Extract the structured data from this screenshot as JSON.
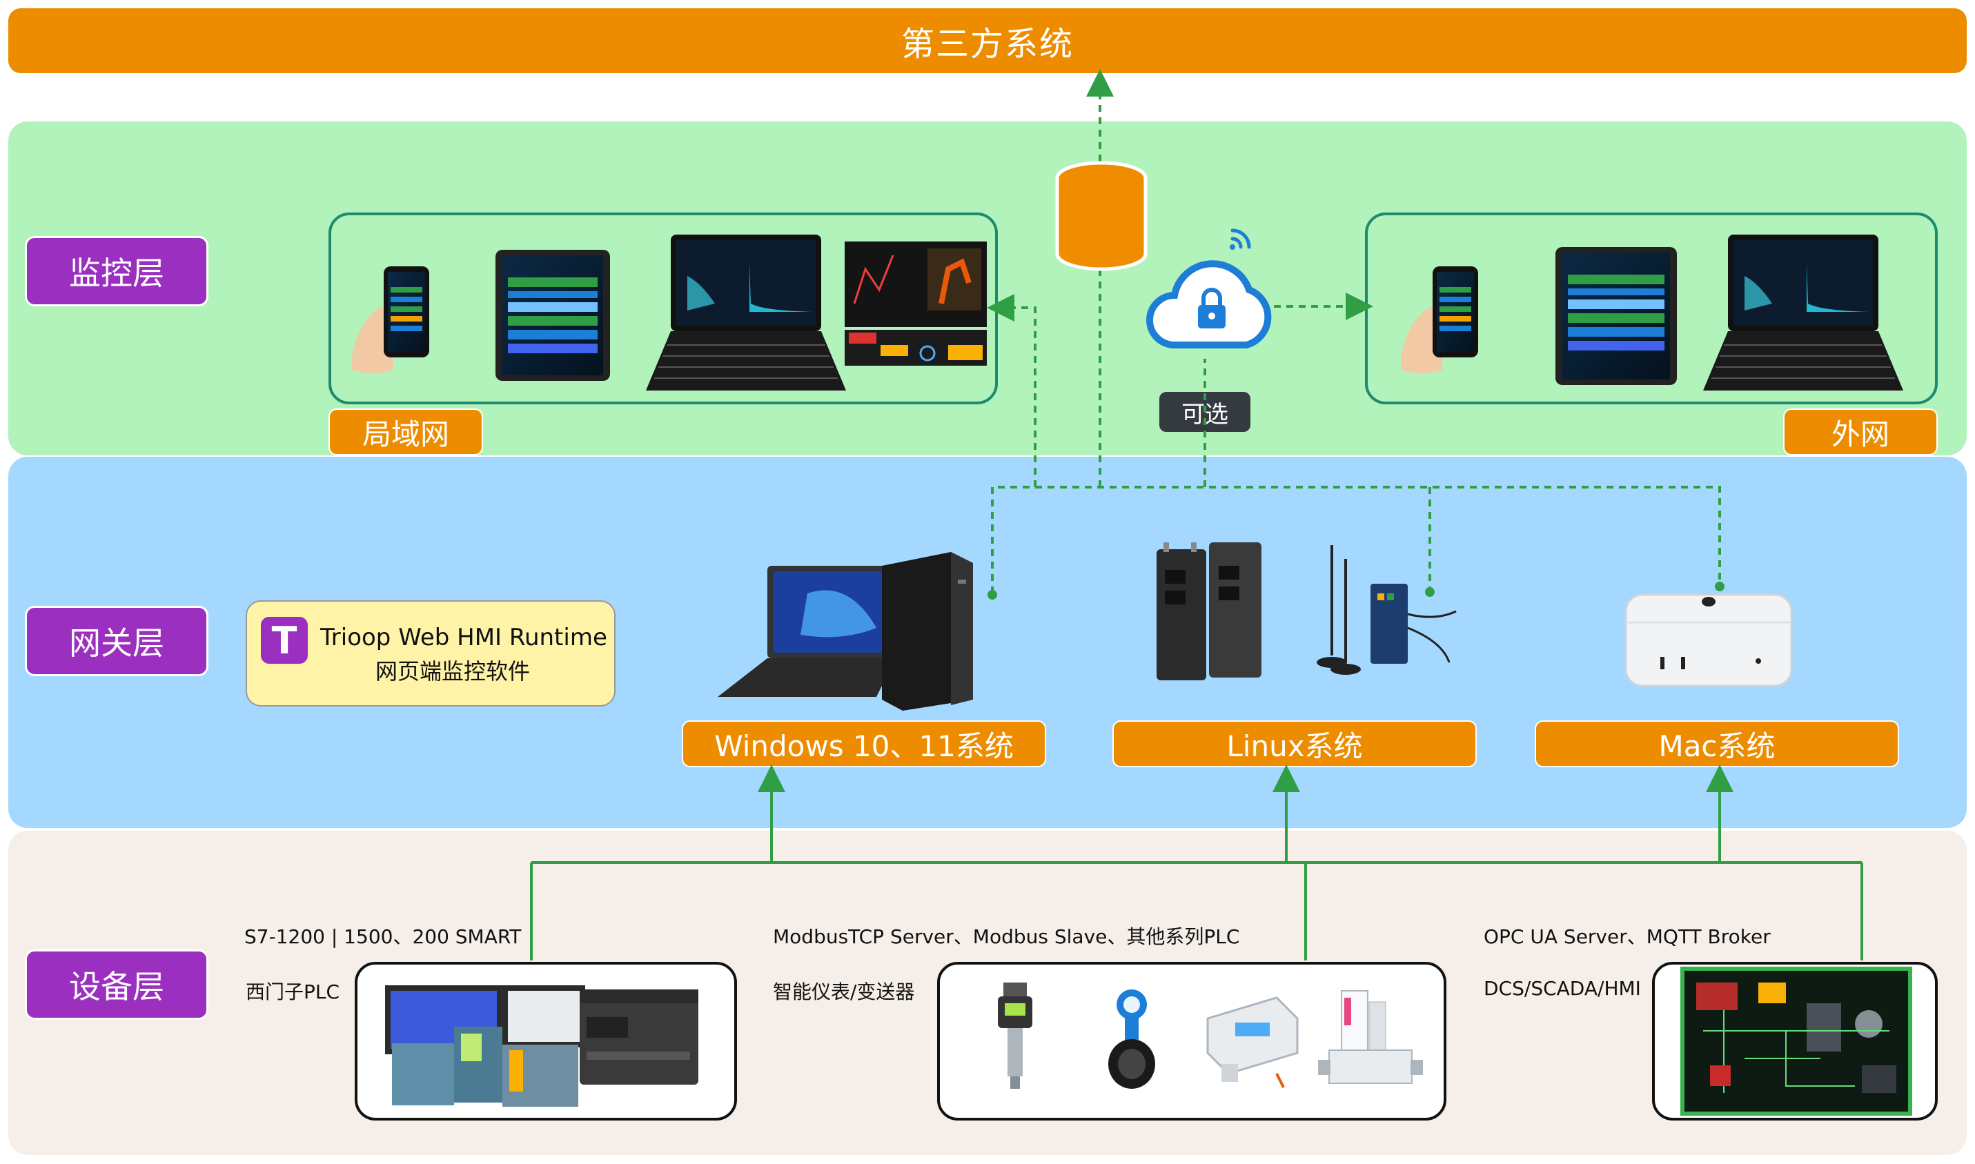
{
  "third_party": "第三方系统",
  "layers": {
    "monitor": "监控层",
    "gateway": "网关层",
    "device": "设备层"
  },
  "networks": {
    "lan": "局域网",
    "wan": "外网",
    "optional": "可选"
  },
  "software": {
    "logo_letter": "T",
    "name": "Trioop Web HMI Runtime",
    "subtitle": "网页端监控软件"
  },
  "systems": {
    "windows": "Windows 10、11系统",
    "linux": "Linux系统",
    "mac": "Mac系统"
  },
  "devices": {
    "siemens_protocols": "S7-1200 | 1500、200 SMART",
    "siemens_label": "西门子PLC",
    "modbus_protocols": "ModbusTCP Server、Modbus Slave、其他系列PLC",
    "modbus_label": "智能仪表/变送器",
    "opc_protocols": "OPC UA Server、MQTT Broker",
    "opc_label": "DCS/SCADA/HMI"
  },
  "colors": {
    "orange": "#ee8c00",
    "purple": "#9b2fc0",
    "monitor_bg": "#b2f2bb",
    "gateway_bg": "#a5d8ff",
    "device_bg": "#f6efe9",
    "connector": "#2f9e44"
  }
}
